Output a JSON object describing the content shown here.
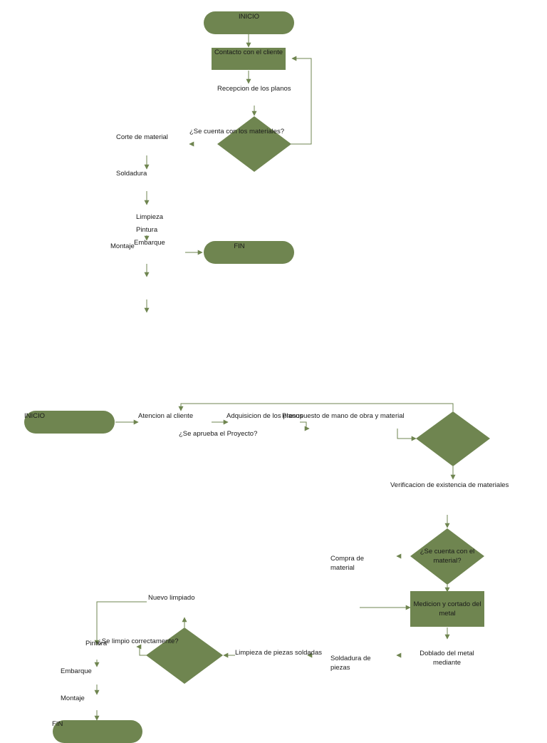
{
  "colors": {
    "shape": "#6f8550",
    "line": "#6f8550",
    "text": "#1a1a1a"
  },
  "flow1": {
    "inicio": "INICIO",
    "contacto": "Contacto con el cliente",
    "recepcion": "Recepcion de los planos",
    "decision": "¿Se cuenta con los materiales?",
    "corte": "Corte de material",
    "soldadura": "Soldadura",
    "limpieza": "Limpieza",
    "pintura": "Pintura",
    "embarque": "Embarque",
    "montaje": "Montaje",
    "fin": "FIN"
  },
  "flow2": {
    "inicio": "INICIO",
    "atencion": "Atencion al cliente",
    "adquisicion": "Adquisicion de los planos",
    "presupuesto": "Presupuesto de mano de obra y material",
    "aprueba": "¿Se aprueba el Proyecto?",
    "verificacion": "Verificacion de existencia de materiales",
    "decision_material": "¿Se cuenta con el material?",
    "compra": "Compra de material",
    "medicion": "Medicion y cortado del metal",
    "doblado": "Doblado del metal mediante",
    "soldadura": "Soldadura de piezas",
    "limpieza": "Limpieza de piezas soldadas",
    "decision_limpio": "¿Se limpio correctamente?",
    "nuevo": "Nuevo limpiado",
    "pintura": "Pintura",
    "embarque": "Embarque",
    "montaje": "Montaje",
    "fin": "FIN"
  }
}
